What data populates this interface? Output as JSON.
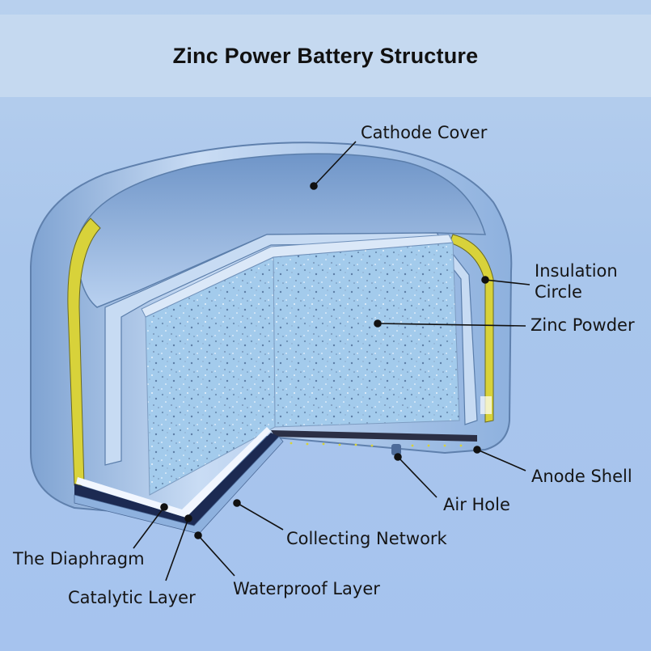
{
  "title": "Zinc Power Battery Structure",
  "colors": {
    "background": "#a9c6ec",
    "title_band": "#c5d9f0",
    "zinc_powder": "#9cc6e8",
    "insulation": "#d8d23a",
    "shell": "#8fb4e0",
    "waterproof_layer": "#1c2a52"
  },
  "labels": {
    "cathode_cover": "Cathode Cover",
    "insulation_circle_line1": "Insulation",
    "insulation_circle_line2": "Circle",
    "zinc_powder": "Zinc Powder",
    "anode_shell": "Anode Shell",
    "air_hole": "Air Hole",
    "collecting_network": "Collecting Network",
    "the_diaphragm": "The Diaphragm",
    "catalytic_layer": "Catalytic Layer",
    "waterproof_layer": "Waterproof Layer"
  }
}
